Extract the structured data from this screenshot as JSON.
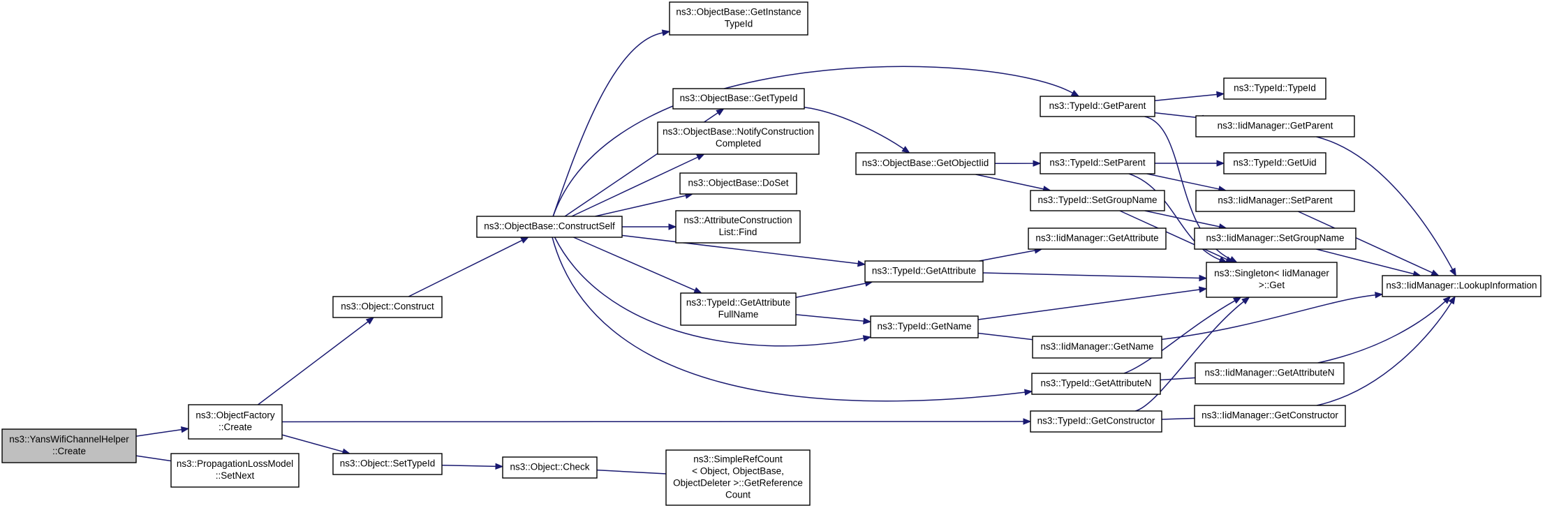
{
  "diagram": {
    "type": "call-graph",
    "nodes": [
      {
        "id": "root",
        "lines": [
          "ns3::YansWifiChannelHelper",
          "::Create"
        ],
        "highlight": true
      },
      {
        "id": "of_create",
        "lines": [
          "ns3::ObjectFactory",
          "::Create"
        ]
      },
      {
        "id": "plm_setnext",
        "lines": [
          "ns3::PropagationLossModel",
          "::SetNext"
        ]
      },
      {
        "id": "obj_construct",
        "lines": [
          "ns3::Object::Construct"
        ]
      },
      {
        "id": "obj_settypeid",
        "lines": [
          "ns3::Object::SetTypeId"
        ]
      },
      {
        "id": "ob_constructself",
        "lines": [
          "ns3::ObjectBase::ConstructSelf"
        ]
      },
      {
        "id": "obj_check",
        "lines": [
          "ns3::Object::Check"
        ]
      },
      {
        "id": "ob_getinstancetypeid",
        "lines": [
          "ns3::ObjectBase::GetInstance",
          "TypeId"
        ]
      },
      {
        "id": "ob_gettypeid",
        "lines": [
          "ns3::ObjectBase::GetTypeId"
        ]
      },
      {
        "id": "ob_notify",
        "lines": [
          "ns3::ObjectBase::NotifyConstruction",
          "Completed"
        ]
      },
      {
        "id": "ob_doset",
        "lines": [
          "ns3::ObjectBase::DoSet"
        ]
      },
      {
        "id": "acl_find",
        "lines": [
          "ns3::AttributeConstruction",
          "List::Find"
        ]
      },
      {
        "id": "tid_getattrfullname",
        "lines": [
          "ns3::TypeId::GetAttribute",
          "FullName"
        ]
      },
      {
        "id": "src_getrefcount",
        "lines": [
          "ns3::SimpleRefCount",
          "< Object, ObjectBase,",
          " ObjectDeleter >::GetReference",
          "Count"
        ]
      },
      {
        "id": "ob_getobjectiid",
        "lines": [
          "ns3::ObjectBase::GetObjectIid"
        ]
      },
      {
        "id": "tid_getattribute",
        "lines": [
          "ns3::TypeId::GetAttribute"
        ]
      },
      {
        "id": "tid_getname",
        "lines": [
          "ns3::TypeId::GetName"
        ]
      },
      {
        "id": "tid_getparent",
        "lines": [
          "ns3::TypeId::GetParent"
        ]
      },
      {
        "id": "tid_setparent",
        "lines": [
          "ns3::TypeId::SetParent"
        ]
      },
      {
        "id": "tid_setgroupname",
        "lines": [
          "ns3::TypeId::SetGroupName"
        ]
      },
      {
        "id": "iid_getattribute",
        "lines": [
          "ns3::IidManager::GetAttribute"
        ]
      },
      {
        "id": "iid_getname",
        "lines": [
          "ns3::IidManager::GetName"
        ]
      },
      {
        "id": "tid_getattributen",
        "lines": [
          "ns3::TypeId::GetAttributeN"
        ]
      },
      {
        "id": "tid_getconstructor",
        "lines": [
          "ns3::TypeId::GetConstructor"
        ]
      },
      {
        "id": "tid_typeid",
        "lines": [
          "ns3::TypeId::TypeId"
        ]
      },
      {
        "id": "iid_getparent",
        "lines": [
          "ns3::IidManager::GetParent"
        ]
      },
      {
        "id": "tid_getuid",
        "lines": [
          "ns3::TypeId::GetUid"
        ]
      },
      {
        "id": "iid_setparent",
        "lines": [
          "ns3::IidManager::SetParent"
        ]
      },
      {
        "id": "iid_setgroupname",
        "lines": [
          "ns3::IidManager::SetGroupName"
        ]
      },
      {
        "id": "singleton_get",
        "lines": [
          "ns3::Singleton< IidManager",
          " >::Get"
        ]
      },
      {
        "id": "iid_getattributen",
        "lines": [
          "ns3::IidManager::GetAttributeN"
        ]
      },
      {
        "id": "iid_getconstructor",
        "lines": [
          "ns3::IidManager::GetConstructor"
        ]
      },
      {
        "id": "iid_lookupinfo",
        "lines": [
          "ns3::IidManager::LookupInformation"
        ]
      }
    ],
    "edges": [
      [
        "root",
        "of_create"
      ],
      [
        "root",
        "plm_setnext"
      ],
      [
        "of_create",
        "obj_construct"
      ],
      [
        "of_create",
        "obj_settypeid"
      ],
      [
        "of_create",
        "tid_getconstructor"
      ],
      [
        "obj_construct",
        "ob_constructself"
      ],
      [
        "obj_settypeid",
        "obj_check"
      ],
      [
        "obj_check",
        "src_getrefcount"
      ],
      [
        "ob_constructself",
        "ob_getinstancetypeid"
      ],
      [
        "ob_constructself",
        "tid_getparent"
      ],
      [
        "ob_constructself",
        "ob_gettypeid"
      ],
      [
        "ob_constructself",
        "ob_notify"
      ],
      [
        "ob_constructself",
        "ob_doset"
      ],
      [
        "ob_constructself",
        "acl_find"
      ],
      [
        "ob_constructself",
        "tid_getattribute"
      ],
      [
        "ob_constructself",
        "tid_getattrfullname"
      ],
      [
        "ob_constructself",
        "tid_getname"
      ],
      [
        "ob_constructself",
        "tid_getattributen"
      ],
      [
        "ob_gettypeid",
        "ob_getobjectiid"
      ],
      [
        "ob_getobjectiid",
        "tid_setparent"
      ],
      [
        "ob_getobjectiid",
        "tid_setgroupname"
      ],
      [
        "tid_getattrfullname",
        "tid_getattribute"
      ],
      [
        "tid_getattrfullname",
        "tid_getname"
      ],
      [
        "tid_getattribute",
        "iid_getattribute"
      ],
      [
        "tid_getattribute",
        "singleton_get"
      ],
      [
        "tid_getname",
        "singleton_get"
      ],
      [
        "tid_getname",
        "iid_getname"
      ],
      [
        "tid_getparent",
        "tid_typeid"
      ],
      [
        "tid_getparent",
        "iid_getparent"
      ],
      [
        "tid_getparent",
        "singleton_get"
      ],
      [
        "tid_setparent",
        "tid_getuid"
      ],
      [
        "tid_setparent",
        "iid_setparent"
      ],
      [
        "tid_setparent",
        "singleton_get"
      ],
      [
        "tid_setgroupname",
        "iid_setgroupname"
      ],
      [
        "tid_setgroupname",
        "singleton_get"
      ],
      [
        "tid_getattributen",
        "singleton_get"
      ],
      [
        "tid_getattributen",
        "iid_getattributen"
      ],
      [
        "tid_getconstructor",
        "singleton_get"
      ],
      [
        "tid_getconstructor",
        "iid_getconstructor"
      ],
      [
        "iid_getparent",
        "iid_lookupinfo"
      ],
      [
        "iid_setparent",
        "iid_lookupinfo"
      ],
      [
        "iid_setgroupname",
        "iid_lookupinfo"
      ],
      [
        "iid_getname",
        "iid_lookupinfo"
      ],
      [
        "iid_getattributen",
        "iid_lookupinfo"
      ],
      [
        "iid_getconstructor",
        "iid_lookupinfo"
      ]
    ]
  },
  "colors": {
    "edge": "#191970",
    "node_border": "#000000",
    "root_fill": "#bfbfbf",
    "node_fill": "#ffffff"
  }
}
